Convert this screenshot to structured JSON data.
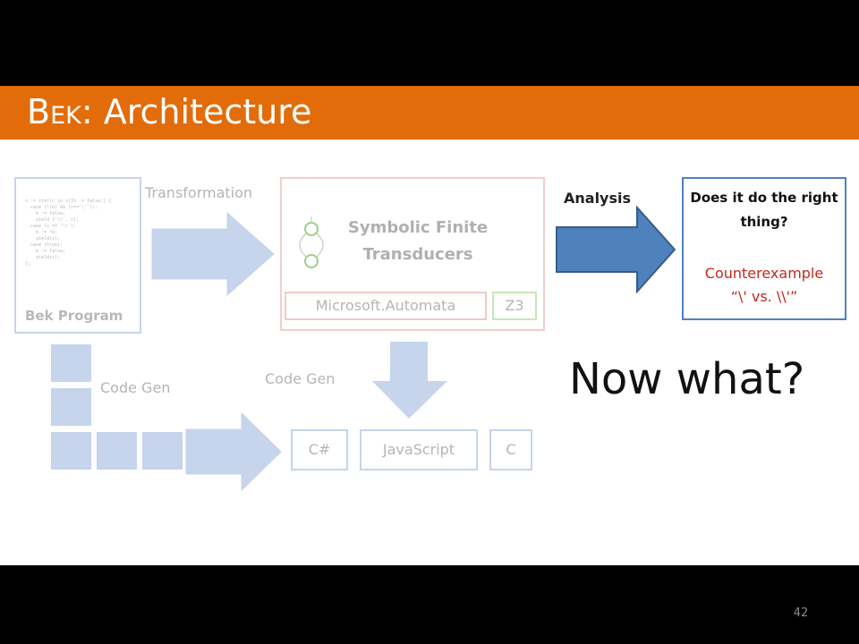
{
  "slide": {
    "title_first": "B",
    "title_smallcaps": "EK",
    "title_rest": ": Architecture",
    "page_number": "42"
  },
  "bek_program": {
    "label": "Bek Program",
    "code_lines": [
      "s := iter(c in s)[b := false;] {",
      "  case (!(b) && (c=='\\'')):",
      "    b := false;",
      "    yield ('\\\\', c);",
      "  case (c == '\\\\'):",
      "    b := !b;",
      "    yield(c);",
      "  case (true):",
      "    b := false;",
      "    yield(c);",
      "};"
    ]
  },
  "transformation_label": "Transformation",
  "sft": {
    "title": "Symbolic Finite Transducers",
    "microsoft_automata": "Microsoft.Automata",
    "z3": "Z3"
  },
  "analysis_label": "Analysis",
  "question": {
    "text": "Does it do the right thing?",
    "counterexample_label": "Counterexample",
    "counterexample": "“\\' vs. \\\\'”"
  },
  "now_what": "Now what?",
  "code_gen_label": "Code Gen",
  "outputs": {
    "csharp": "C#",
    "javascript": "JavaScript",
    "c": "C"
  },
  "colors": {
    "header_orange": "#e36c0a",
    "analysis_arrow": "#4f81bd",
    "faded_arrow": "#c6d4ec",
    "counterexample_red": "#c0291f"
  }
}
